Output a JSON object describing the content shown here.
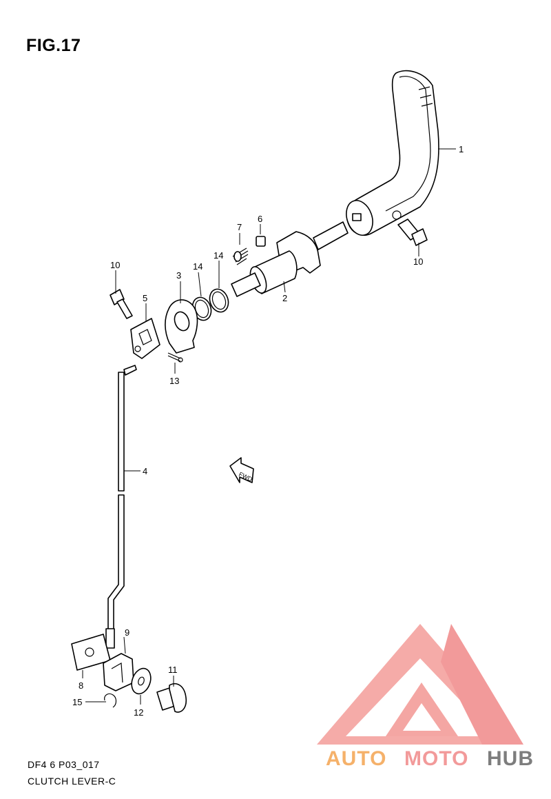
{
  "figure": {
    "title": "FIG.17",
    "code": "DF4 6 P03_017",
    "name": "CLUTCH LEVER-C"
  },
  "direction_marker": "FWD",
  "parts": [
    {
      "number": "1"
    },
    {
      "number": "2"
    },
    {
      "number": "3"
    },
    {
      "number": "4"
    },
    {
      "number": "5"
    },
    {
      "number": "6"
    },
    {
      "number": "7"
    },
    {
      "number": "8"
    },
    {
      "number": "9"
    },
    {
      "number": "10"
    },
    {
      "number": "11"
    },
    {
      "number": "12"
    },
    {
      "number": "13"
    },
    {
      "number": "14"
    },
    {
      "number": "15"
    }
  ],
  "watermark": {
    "word_a": "AUTO",
    "word_b": "MOTO",
    "word_c": "HUB",
    "color_a": "#f5b16a",
    "color_b": "#f29a9a",
    "color_c": "#7d7d7d"
  }
}
